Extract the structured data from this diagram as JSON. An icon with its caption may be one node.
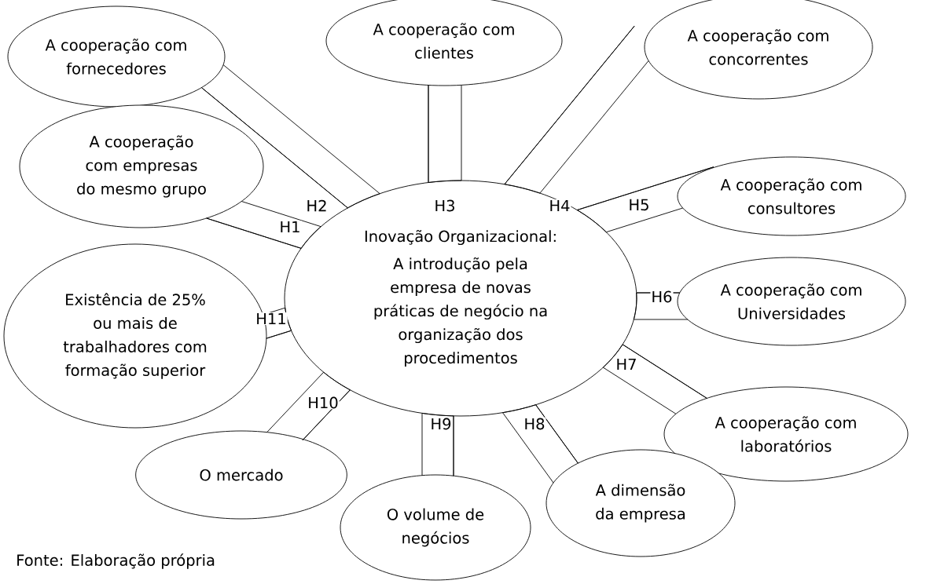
{
  "diagram": {
    "caption": "Fonte: Elaboração própria",
    "nodes": [
      {
        "text": [
          "A cooperação com fornecedores"
        ]
      },
      {
        "text": [
          "A cooperação com clientes"
        ]
      },
      {
        "text": [
          "A cooperação com concorrentes"
        ]
      },
      {
        "text": [
          "A cooperação com empresas do mesmo grupo"
        ]
      },
      {
        "text": [
          "A cooperação com consultores"
        ]
      },
      {
        "text": [
          "Inovação Organizacional:",
          "A introdução pela empresa de novas práticas de negócio na organização dos procedimentos"
        ]
      },
      {
        "text": [
          "A cooperação com Universidades"
        ]
      },
      {
        "text": [
          "Existência de 25% ou mais de trabalhadores com formação superior"
        ]
      },
      {
        "text": [
          "A cooperação com laboratórios"
        ]
      },
      {
        "text": [
          "O mercado"
        ]
      },
      {
        "text": [
          "O volume de negócios"
        ]
      },
      {
        "text": [
          "A dimensão da empresa"
        ]
      }
    ],
    "edges": [
      {
        "from": 3,
        "to": 5,
        "arrow": "none",
        "label": "H1"
      },
      {
        "from": 0,
        "to": 5,
        "arrow": "none",
        "label": "H2"
      },
      {
        "from": 1,
        "to": 5,
        "arrow": "none",
        "label": "H3"
      },
      {
        "from": 2,
        "to": 5,
        "arrow": "none",
        "label": "H4"
      },
      {
        "from": 4,
        "to": 5,
        "arrow": "none",
        "label": "H5"
      },
      {
        "from": 6,
        "to": 5,
        "arrow": "none",
        "label": "H6"
      },
      {
        "from": 8,
        "to": 5,
        "arrow": "none",
        "label": "H7"
      },
      {
        "from": 11,
        "to": 5,
        "arrow": "none",
        "label": "H8"
      },
      {
        "from": 10,
        "to": 5,
        "arrow": "none",
        "label": "H9"
      },
      {
        "from": 9,
        "to": 5,
        "arrow": "none",
        "label": "H10"
      },
      {
        "from": 7,
        "to": 5,
        "arrow": "none",
        "label": "H11"
      }
    ]
  }
}
